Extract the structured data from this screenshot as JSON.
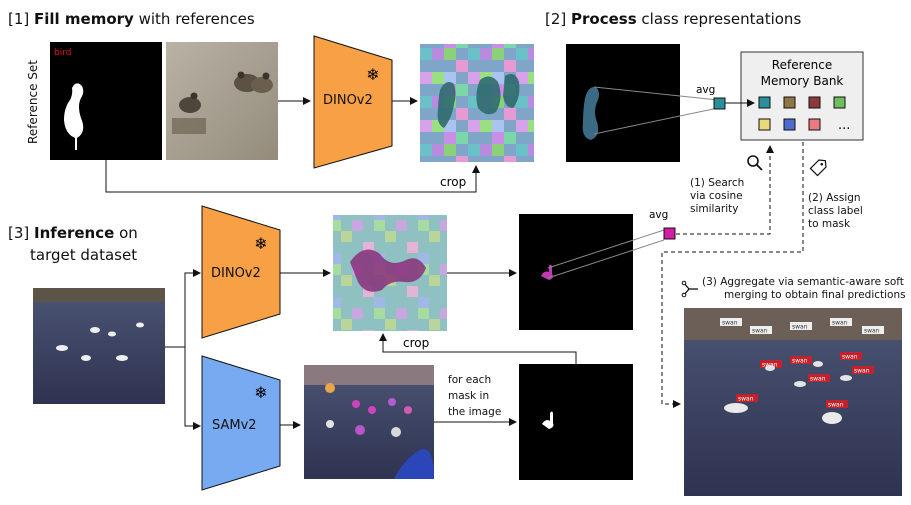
{
  "headings": {
    "fill": {
      "num": "[1]",
      "bold": "Fill memory",
      "rest": " with references"
    },
    "process": {
      "num": "[2]",
      "bold": "Process",
      "rest": " class representations"
    },
    "inference": {
      "num": "[3]",
      "bold": "Inference",
      "rest": " on",
      "line2": "target dataset"
    }
  },
  "labels": {
    "reference_set": "Reference Set",
    "mask_label": "bird",
    "dinov2": "DINOv2",
    "samv2": "SAMv2",
    "crop": "crop",
    "avg": "avg",
    "memory_bank": [
      "Reference",
      "Memory Bank"
    ],
    "ellipsis": "...",
    "search": [
      "(1) Search",
      "via cosine",
      "similarity"
    ],
    "assign": [
      "(2) Assign",
      "class label",
      "to mask"
    ],
    "aggregate": [
      "(3)  Aggregate via semantic-aware soft",
      "merging to obtain final predictions"
    ],
    "for_each": [
      "for each",
      "mask in",
      "the image"
    ],
    "pred_tag": "swan"
  },
  "colors": {
    "encoder_orange": "#f7a046",
    "encoder_blue": "#78aaf2",
    "avg_teal": "#2a8f9a",
    "avg_magenta": "#d41ca8",
    "memory_cells": [
      "#2a8f9a",
      "#8f7648",
      "#8e3a3a",
      "#6cbf5a",
      "#e8d97a",
      "#4e6ad0",
      "#e87a80"
    ]
  }
}
